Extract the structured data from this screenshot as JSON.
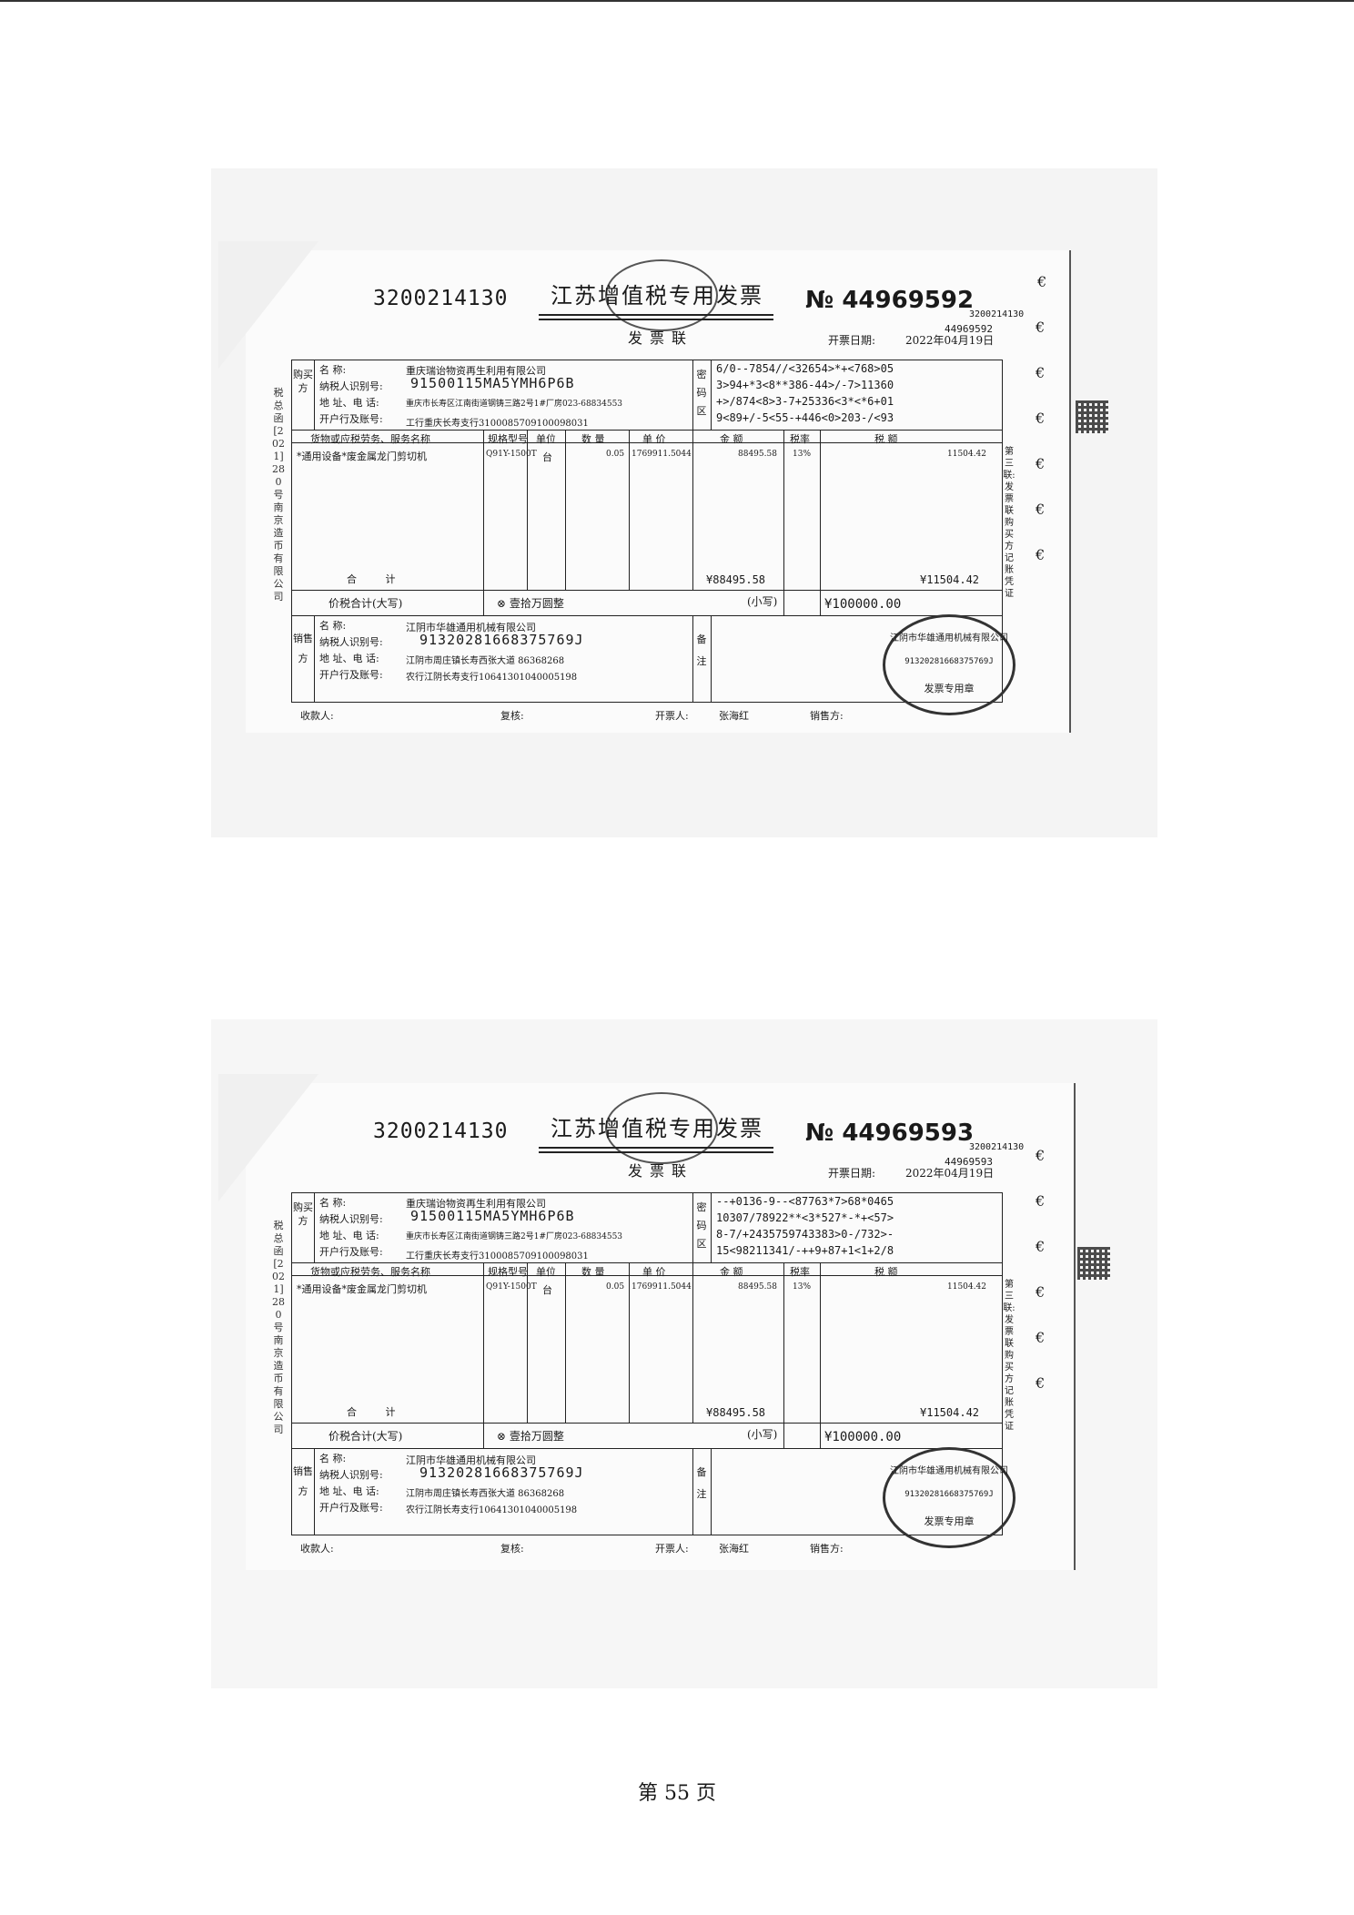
{
  "page": {
    "label_prefix": "第",
    "number": "55",
    "label_suffix": "页"
  },
  "invoices": [
    {
      "code": "3200214130",
      "title": "江苏增值税专用发票",
      "copy_label": "发票联",
      "number_prefix": "№",
      "number": "44969592",
      "small_code": "3200214130",
      "small_number": "44969592",
      "date_label": "开票日期:",
      "date_value": "2022年04月19日",
      "buyer": {
        "side_label": "购买方",
        "name_label": "名 称:",
        "name": "重庆瑞诒物资再生利用有限公司",
        "tax_label": "纳税人识别号:",
        "tax_id": "91500115MA5YMH6P6B",
        "addr_label": "地 址、电 话:",
        "addr": "重庆市长寿区江南街道钢铸三路2号1#厂房023-68834553",
        "bank_label": "开户行及账号:",
        "bank": "工行重庆长寿支行3100085709100098031"
      },
      "cipher_label": "密码区",
      "cipher": [
        "6/0--7854//<32654>*+<768>05",
        "3>94+*3<8**386-44>/-7>11360",
        "+>/874<8>3-7+25336<3*<*6+01",
        "9<89+/-5<55-+446<0>203-/<93"
      ],
      "columns": [
        "货物或应税劳务、服务名称",
        "规格型号",
        "单位",
        "数 量",
        "单 价",
        "金 额",
        "税率",
        "税 额"
      ],
      "item": {
        "name": "*通用设备*废金属龙门剪切机",
        "model": "Q91Y-1500T",
        "unit": "台",
        "qty": "0.05",
        "price": "1769911.5044",
        "amount": "88495.58",
        "rate": "13%",
        "tax": "11504.42"
      },
      "total_label": "合 计",
      "total_amount": "¥88495.58",
      "total_tax": "¥11504.42",
      "grand_label": "价税合计(大写)",
      "grand_words": "⊗ 壹拾万圆整",
      "grand_small_label": "(小写)",
      "grand_value": "¥100000.00",
      "seller": {
        "side_label": "销售方",
        "name_label": "名 称:",
        "name": "江阴市华雄通用机械有限公司",
        "tax_label": "纳税人识别号:",
        "tax_id": "91320281668375769J",
        "addr_label": "地 址、电 话:",
        "addr": "江阴市周庄镇长寿西张大道 86368268",
        "bank_label": "开户行及账号:",
        "bank": "农行江阴长寿支行10641301040005198"
      },
      "remark_label": "备注",
      "payee_label": "收款人:",
      "review_label": "复核:",
      "issuer_label": "开票人:",
      "issuer": "张海红",
      "seller_sign_label": "销售方:",
      "seal_top": "江阴市华雄通用机械有限公司",
      "seal_id": "91320281668375769J",
      "seal_bottom": "发票专用章",
      "left_vertical": "税总函[2021]280号南京造币有限公司",
      "right_vertical": "第三联:发票联 购买方记账凭证"
    },
    {
      "code": "3200214130",
      "title": "江苏增值税专用发票",
      "copy_label": "发票联",
      "number_prefix": "№",
      "number": "44969593",
      "small_code": "3200214130",
      "small_number": "44969593",
      "date_label": "开票日期:",
      "date_value": "2022年04月19日",
      "buyer": {
        "side_label": "购买方",
        "name_label": "名 称:",
        "name": "重庆瑞诒物资再生利用有限公司",
        "tax_label": "纳税人识别号:",
        "tax_id": "91500115MA5YMH6P6B",
        "addr_label": "地 址、电 话:",
        "addr": "重庆市长寿区江南街道钢铸三路2号1#厂房023-68834553",
        "bank_label": "开户行及账号:",
        "bank": "工行重庆长寿支行3100085709100098031"
      },
      "cipher_label": "密码区",
      "cipher": [
        "--+0136-9--<87763*7>68*0465",
        "10307/78922**<3*527*-*+<57>",
        "8-7/+2435759743383>0-/732>-",
        "15<98211341/-++9+87+1<1+2/8"
      ],
      "columns": [
        "货物或应税劳务、服务名称",
        "规格型号",
        "单位",
        "数 量",
        "单 价",
        "金 额",
        "税率",
        "税 额"
      ],
      "item": {
        "name": "*通用设备*废金属龙门剪切机",
        "model": "Q91Y-1500T",
        "unit": "台",
        "qty": "0.05",
        "price": "1769911.5044",
        "amount": "88495.58",
        "rate": "13%",
        "tax": "11504.42"
      },
      "total_label": "合 计",
      "total_amount": "¥88495.58",
      "total_tax": "¥11504.42",
      "grand_label": "价税合计(大写)",
      "grand_words": "⊗ 壹拾万圆整",
      "grand_small_label": "(小写)",
      "grand_value": "¥100000.00",
      "seller": {
        "side_label": "销售方",
        "name_label": "名 称:",
        "name": "江阴市华雄通用机械有限公司",
        "tax_label": "纳税人识别号:",
        "tax_id": "91320281668375769J",
        "addr_label": "地 址、电 话:",
        "addr": "江阴市周庄镇长寿西张大道 86368268",
        "bank_label": "开户行及账号:",
        "bank": "农行江阴长寿支行10641301040005198"
      },
      "remark_label": "备注",
      "payee_label": "收款人:",
      "review_label": "复核:",
      "issuer_label": "开票人:",
      "issuer": "张海红",
      "seller_sign_label": "销售方:",
      "seal_top": "江阴市华雄通用机械有限公司",
      "seal_id": "91320281668375769J",
      "seal_bottom": "发票专用章",
      "left_vertical": "税总函[2021]280号南京造币有限公司",
      "right_vertical": "第三联:发票联 购买方记账凭证"
    }
  ]
}
